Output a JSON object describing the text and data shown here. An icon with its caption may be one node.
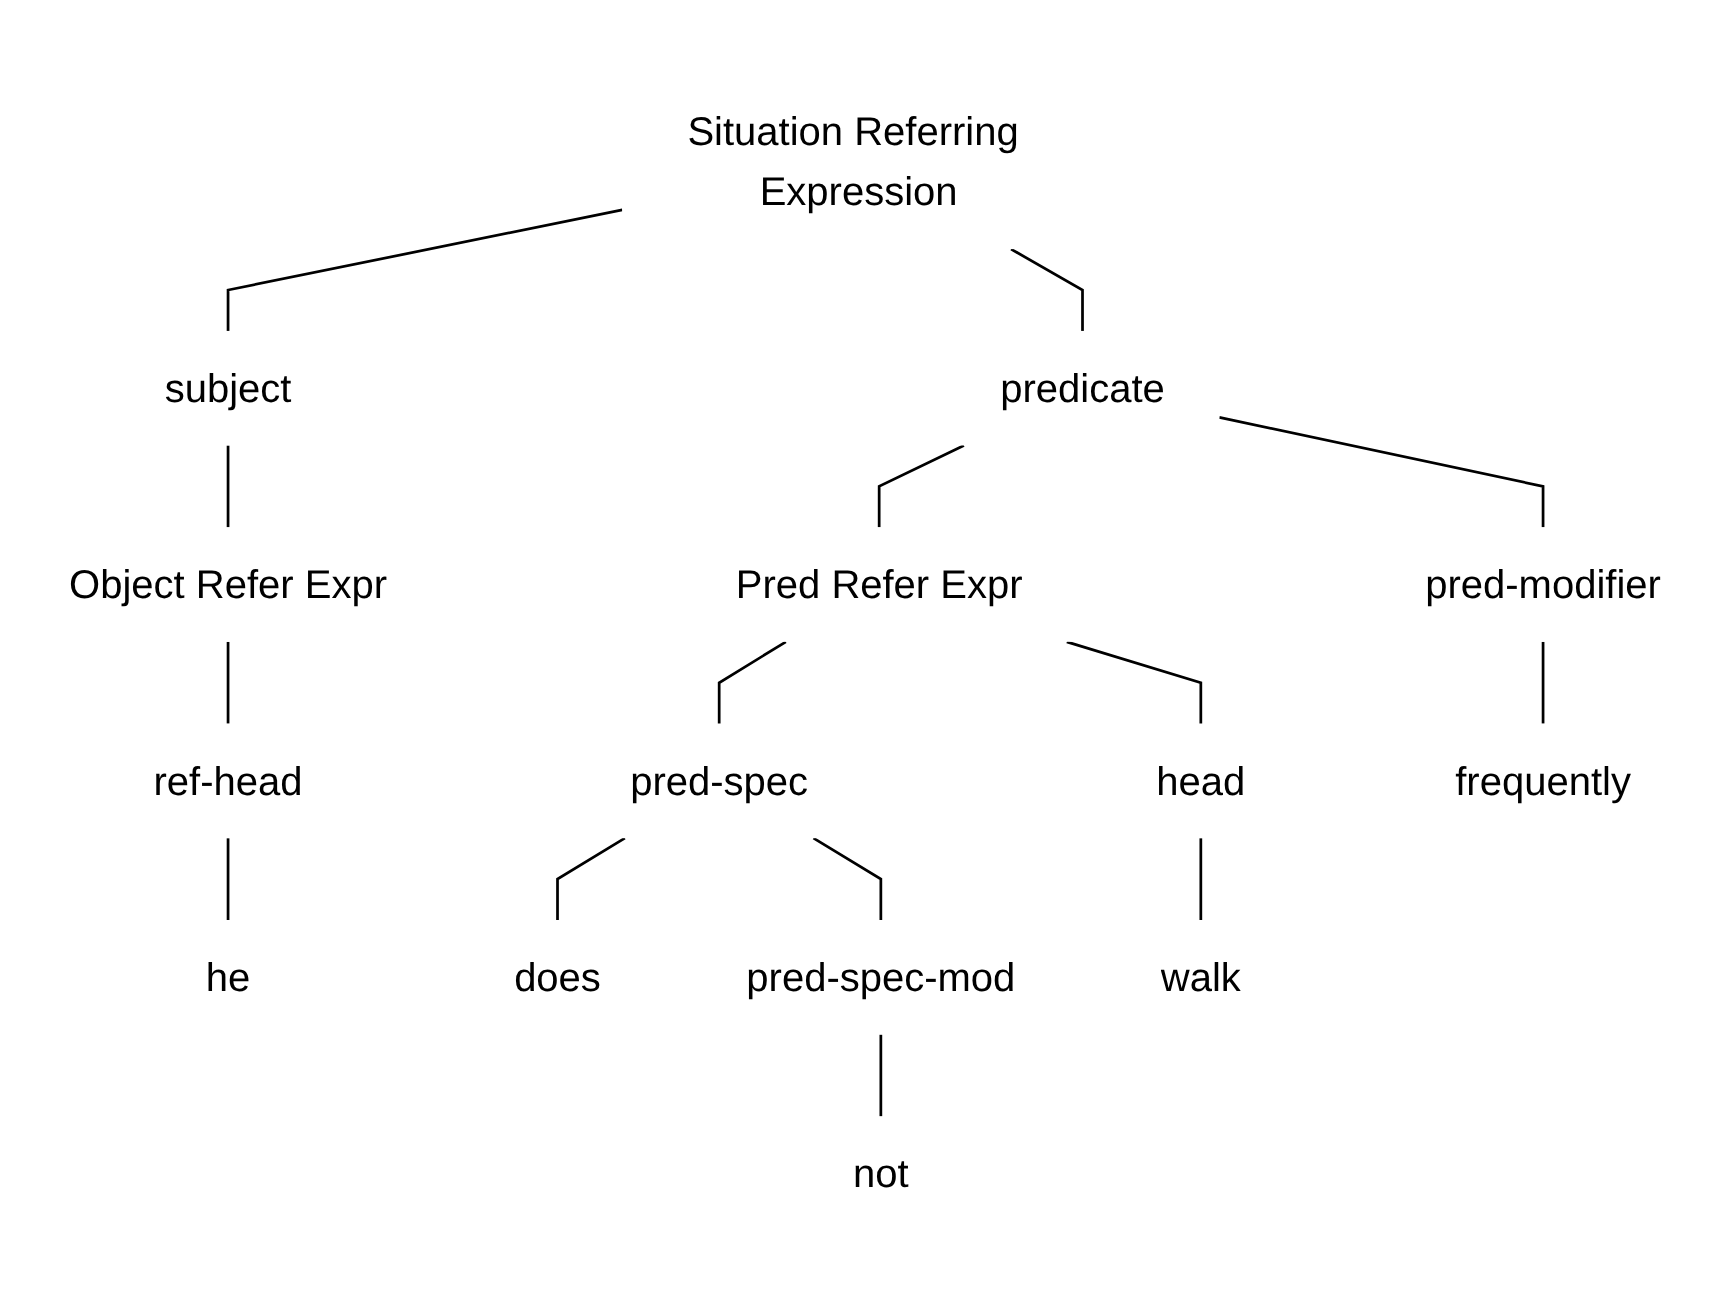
{
  "diagram": {
    "nodes": [
      {
        "text": [
          "Situation Referring Expression"
        ]
      },
      {
        "text": [
          "subject"
        ]
      },
      {
        "text": [
          "predicate"
        ]
      },
      {
        "text": [
          "Object Refer Expr"
        ]
      },
      {
        "text": [
          "Pred Refer Expr"
        ]
      },
      {
        "text": [
          "pred-modifier"
        ]
      },
      {
        "text": [
          "ref-head"
        ]
      },
      {
        "text": [
          "pred-spec"
        ]
      },
      {
        "text": [
          "head"
        ]
      },
      {
        "text": [
          "pred-spec-mod"
        ]
      },
      {
        "text": [
          "he"
        ]
      },
      {
        "text": [
          "does"
        ]
      },
      {
        "text": [
          "not"
        ]
      },
      {
        "text": [
          "walk"
        ]
      },
      {
        "text": [
          "frequently"
        ]
      }
    ],
    "edges": [
      {
        "from": 0,
        "to": 1,
        "arrow": "none"
      },
      {
        "from": 0,
        "to": 2,
        "arrow": "none"
      },
      {
        "from": 1,
        "to": 3,
        "arrow": "none"
      },
      {
        "from": 2,
        "to": 4,
        "arrow": "none"
      },
      {
        "from": 2,
        "to": 5,
        "arrow": "none"
      },
      {
        "from": 3,
        "to": 6,
        "arrow": "none"
      },
      {
        "from": 4,
        "to": 7,
        "arrow": "none"
      },
      {
        "from": 4,
        "to": 8,
        "arrow": "none"
      },
      {
        "from": 5,
        "to": 14,
        "arrow": "none"
      },
      {
        "from": 6,
        "to": 10,
        "arrow": "none"
      },
      {
        "from": 7,
        "to": 11,
        "arrow": "none"
      },
      {
        "from": 7,
        "to": 9,
        "arrow": "none"
      },
      {
        "from": 9,
        "to": 12,
        "arrow": "none"
      },
      {
        "from": 8,
        "to": 13,
        "arrow": "none"
      }
    ]
  }
}
